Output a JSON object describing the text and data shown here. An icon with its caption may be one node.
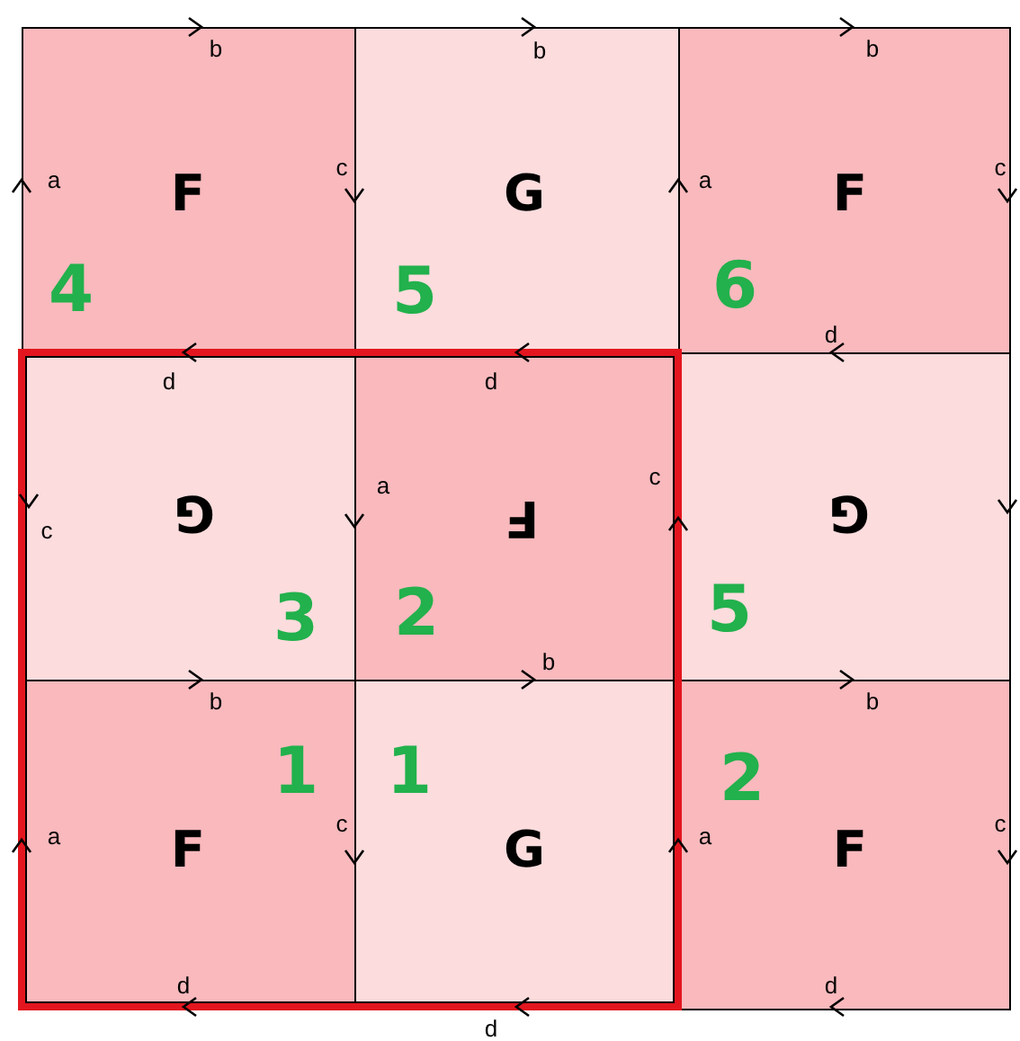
{
  "diagram": {
    "nodes": [
      {
        "text": [],
        "shape": "box"
      },
      {
        "text": [
          "F",
          "4"
        ]
      },
      {
        "text": [
          "G",
          "5"
        ]
      },
      {
        "text": [
          "F",
          "6"
        ]
      },
      {
        "text": [
          "G",
          "3"
        ],
        "in": 0
      },
      {
        "text": [
          "F",
          "2"
        ],
        "in": 0
      },
      {
        "text": [
          "G",
          "5"
        ]
      },
      {
        "text": [
          "F",
          "1"
        ],
        "in": 0
      },
      {
        "text": [
          "G",
          "1"
        ],
        "in": 0
      },
      {
        "text": [
          "F",
          "2"
        ]
      }
    ],
    "labels": [
      "b",
      "b",
      "b",
      "c",
      "c",
      "a",
      "a",
      "d",
      "d",
      "d",
      "c",
      "a",
      "c",
      "b",
      "b",
      "b",
      "c",
      "c",
      "a",
      "a",
      "d",
      "d",
      "d"
    ]
  }
}
